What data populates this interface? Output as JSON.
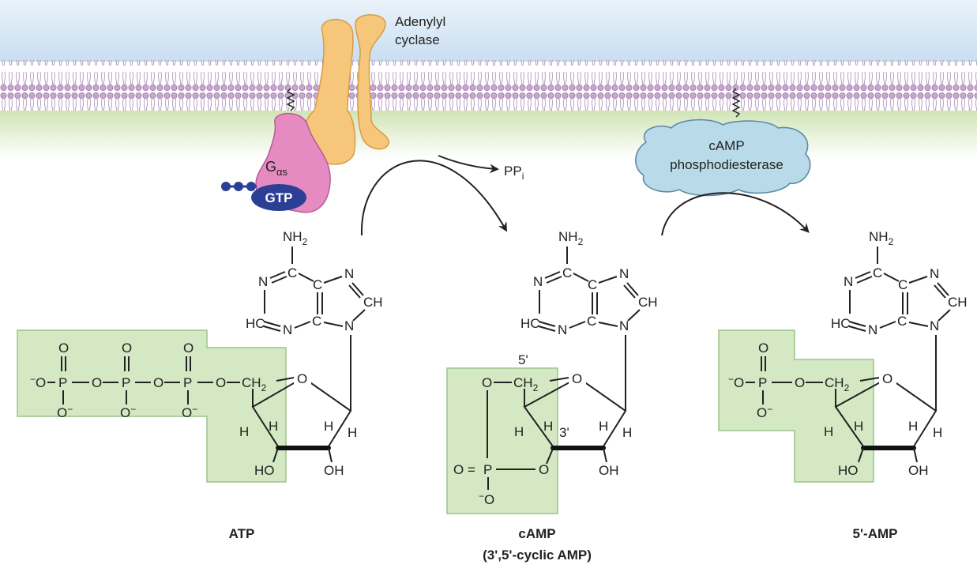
{
  "membrane": {
    "enzyme_label_line1": "Adenylyl",
    "enzyme_label_line2": "cyclase",
    "g_protein_label": "G",
    "g_protein_subscript": "αs",
    "gtp_label": "GTP",
    "ppi_label": "PP",
    "ppi_subscript": "i",
    "pde_label_line1": "cAMP",
    "pde_label_line2": "phosphodiesterase"
  },
  "molecules": {
    "atp": {
      "name": "ATP"
    },
    "camp": {
      "name": "cAMP",
      "subname": "(3',5'-cyclic AMP)",
      "pos5": "5'",
      "pos3": "3'"
    },
    "amp": {
      "name": "5'-AMP"
    }
  },
  "atoms": {
    "nh2": "NH",
    "nh2_sub": "2",
    "n": "N",
    "c": "C",
    "ch": "CH",
    "hc": "HC",
    "o": "O",
    "p": "P",
    "h": "H",
    "ho": "HO",
    "oh": "OH",
    "ch2": "CH",
    "ch2_sub": "2",
    "neg": "−",
    "eq_o": "O ="
  },
  "colors": {
    "extracellular": "#d6e8f5",
    "intracellular": "#dcebc8",
    "lipid_head": "#c9a6cf",
    "adenylyl_cyclase": "#f6c77a",
    "g_alpha_s": "#e58bc2",
    "gtp": "#2b3f95",
    "pde": "#b9dbe9",
    "phosphate_box": "#d4e8c4",
    "phosphate_box_border": "#9cc489"
  }
}
